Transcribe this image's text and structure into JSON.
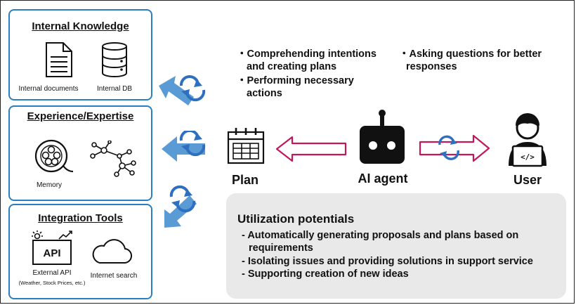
{
  "panels": {
    "internal_knowledge": {
      "title": "Internal Knowledge",
      "items": [
        "Internal documents",
        "Internal  DB"
      ]
    },
    "experience": {
      "title": "Experience/Expertise",
      "items": [
        "Memory"
      ]
    },
    "integration": {
      "title": "Integration Tools",
      "api_label": "API",
      "items": [
        "External API",
        "(Weather, Stock Prices, etc.)",
        "Internet search"
      ]
    }
  },
  "bullets": {
    "left": [
      {
        "bullet": "・",
        "text": "Comprehending intentions",
        "cont": "and creating plans"
      },
      {
        "bullet": "・",
        "text": "Performing necessary",
        "cont": "actions"
      }
    ],
    "right": [
      {
        "bullet": "・",
        "text": "Asking questions for better",
        "cont": "responses"
      }
    ]
  },
  "nodes": {
    "plan": "Plan",
    "agent": "AI agent",
    "user": "User"
  },
  "utilization": {
    "title": "Utilization potentials",
    "items": [
      "- Automatically generating proposals and plans based on",
      "requirements",
      "- Isolating issues and providing solutions in support service",
      "- Supporting creation of new ideas"
    ]
  },
  "colors": {
    "panel_border": "#2a7fc1",
    "arrow_blue": "#5b9bd5",
    "cycle_blue": "#2e6fc0",
    "pink": "#c2185b"
  }
}
